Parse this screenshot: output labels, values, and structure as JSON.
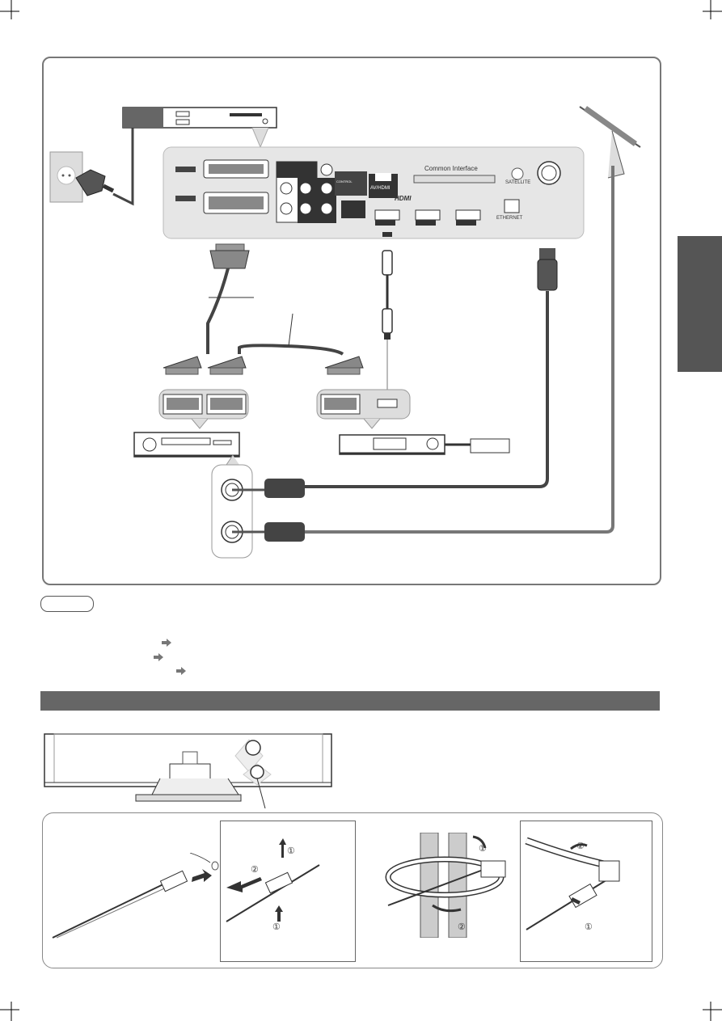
{
  "panel": {
    "common_interface": "Common Interface",
    "satellite": "SATELLITE",
    "ethernet": "ETHERNET",
    "hdmi_logo": "HDMI",
    "av_hdmi": "AV/HDMI",
    "control": "CONTROL"
  },
  "step_marks": {
    "one": "①",
    "two": "②"
  },
  "colors": {
    "frame": "#777777",
    "panel_bg": "#e6e6e6",
    "section_bar": "#666666",
    "side_tab": "#555555",
    "cable": "#3a3a3a"
  }
}
